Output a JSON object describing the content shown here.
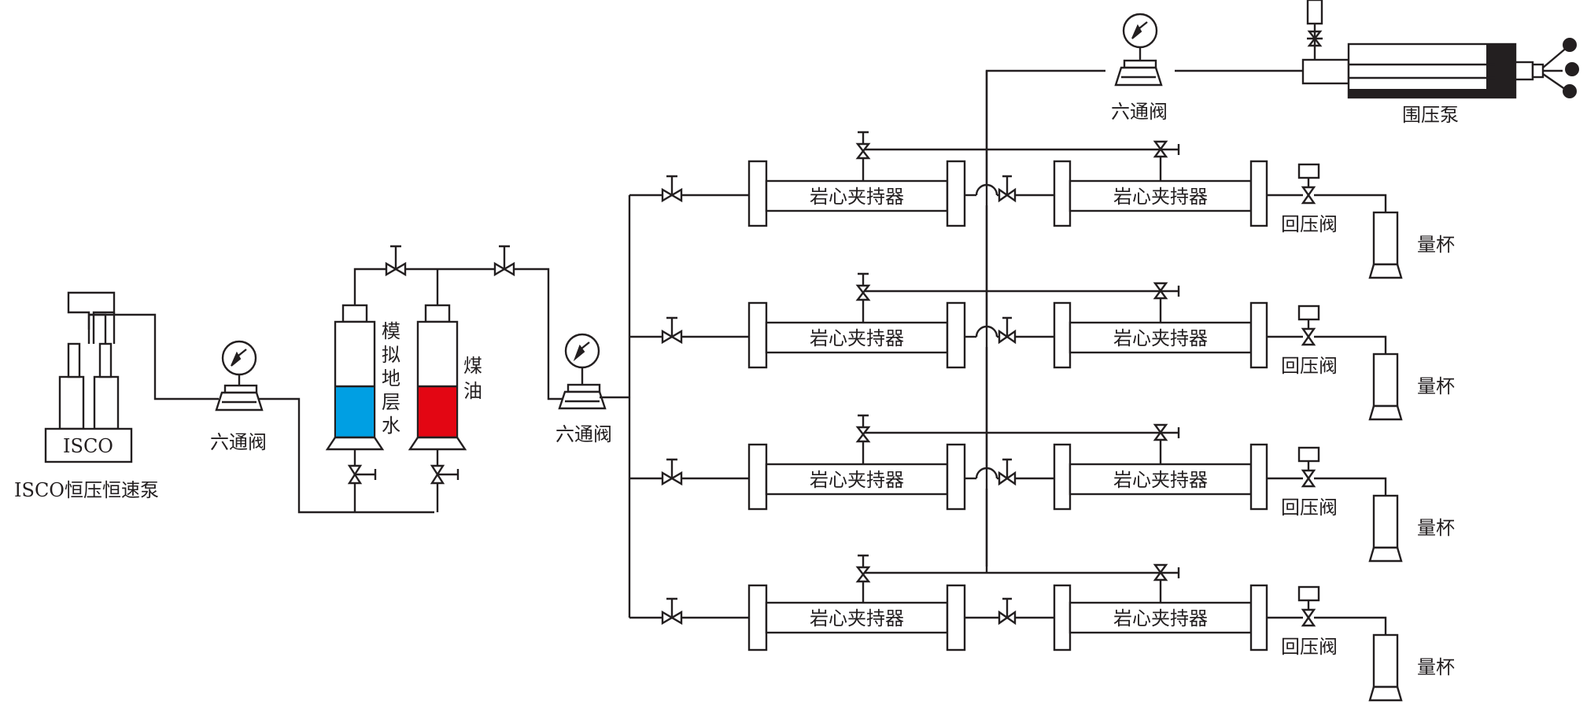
{
  "labels": {
    "isco_box": "ISCO",
    "isco_pump": "ISCO恒压恒速泵",
    "six_way_valve": "六通阀",
    "formation_water": [
      "模",
      "拟",
      "地",
      "层",
      "水"
    ],
    "kerosene": [
      "煤",
      "油"
    ],
    "confining_pump": "围压泵",
    "core_holder": "岩心夹持器",
    "back_pressure_valve": "回压阀",
    "measuring_cup": "量杯"
  },
  "colors": {
    "line": "#231f20",
    "formation_water_fill": "#009fe3",
    "kerosene_fill": "#e30613"
  },
  "icons": {
    "needle_valve": "bowtie-valve-icon",
    "pressure_gauge": "pressure-gauge-icon",
    "six_way_valve": "six-way-valve-icon"
  }
}
